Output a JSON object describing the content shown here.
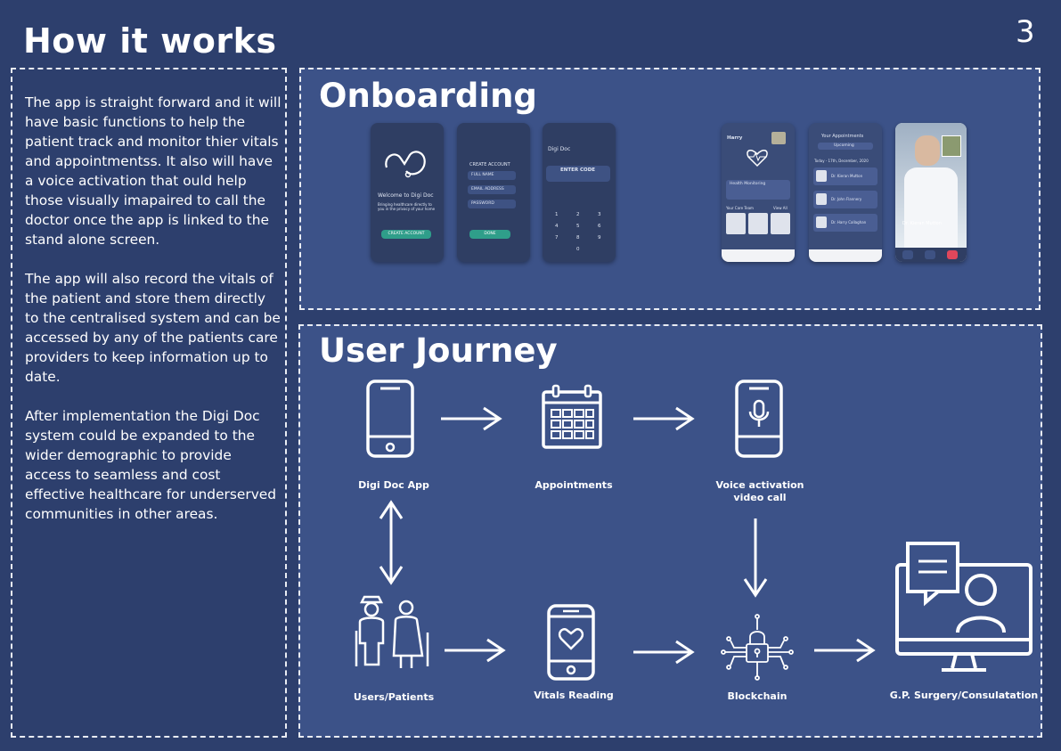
{
  "header": {
    "title": "How it works",
    "page_number": "3"
  },
  "description": {
    "para1": "The app is straight forward and it will have basic functions to help the patient track and monitor thier vitals and appointmentss. It also will have a voice activation that ould help those visually imapaired to call the doctor once the app is linked to the stand alone screen.",
    "para2": "The app will also record the vitals of the patient and store them directly to the centralised system and can be accessed by any of the patients care providers to keep information up to date.",
    "para3": "After implementation the Digi Doc system could be expanded to the wider demographic to provide access to seamless and cost effective healthcare for underserved communities in other areas."
  },
  "onboarding": {
    "title": "Onboarding",
    "welcome": {
      "heading": "Welcome to Digi Doc",
      "sub": "Bringing healthcare directly to you in the privacy of your home",
      "button": "CREATE ACCOUNT"
    },
    "create": {
      "heading": "CREATE ACCOUNT",
      "fields": [
        "FULL NAME",
        "EMAIL ADDRESS",
        "PASSWORD"
      ],
      "button": "DONE"
    },
    "code": {
      "heading": "Digi Doc",
      "enter": "ENTER CODE",
      "keys": [
        "1",
        "2",
        "3",
        "4",
        "5",
        "6",
        "7",
        "8",
        "9",
        "0"
      ]
    },
    "home": {
      "greeting": "Harry",
      "section": "Health Monitoring",
      "care_team": "Your Care Team",
      "view_all": "View All"
    },
    "appointments": {
      "title": "Your Appointments",
      "tab": "Upcoming",
      "date": "Today - 17th, December, 2020",
      "doctors": [
        "Dr. Kieran Mutton",
        "Dr. John Flannery",
        "Dr. Harry Callaghan"
      ]
    },
    "call": {
      "doctor": "Dr. Kieran Mutton"
    }
  },
  "journey": {
    "title": "User Journey",
    "steps": {
      "app": "Digi Doc App",
      "appointments": "Appointments",
      "voice_line1": "Voice activation",
      "voice_line2": "video call",
      "users": "Users/Patients",
      "vitals": "Vitals Reading",
      "blockchain": "Blockchain",
      "gp": "G.P. Surgery/Consulatation"
    }
  }
}
